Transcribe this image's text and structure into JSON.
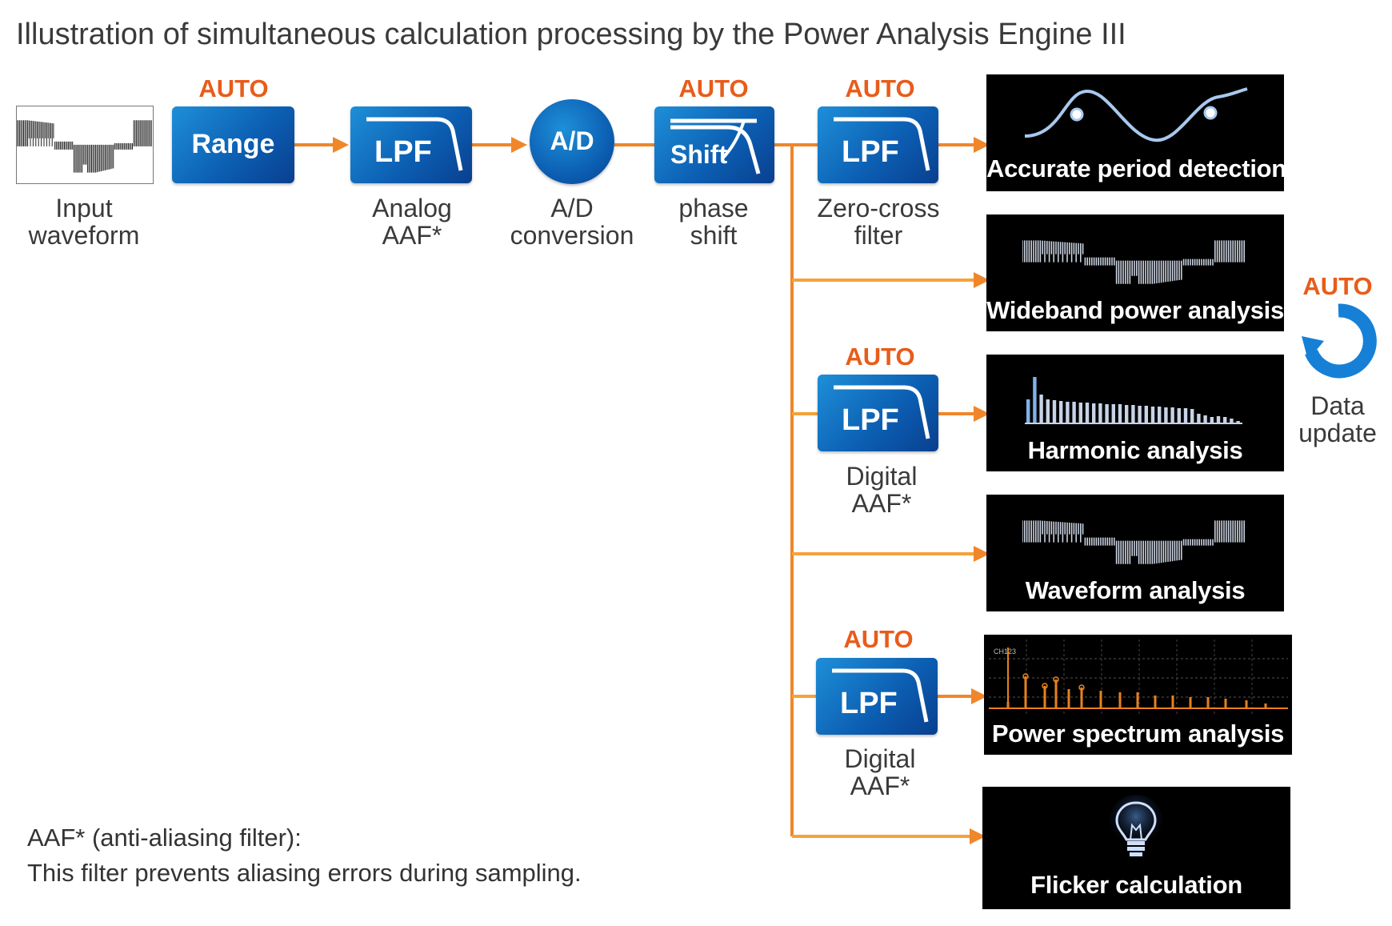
{
  "title": "Illustration of simultaneous calculation processing by the Power Analysis Engine III",
  "auto_label": "AUTO",
  "stages": {
    "input": {
      "caption": [
        "Input",
        "waveform"
      ]
    },
    "range": {
      "label": "Range"
    },
    "analog_lpf": {
      "label": "LPF",
      "caption": [
        "Analog",
        "AAF*"
      ]
    },
    "ad": {
      "label": "A/D",
      "caption": [
        "A/D",
        "conversion"
      ]
    },
    "shift": {
      "label": "Shift",
      "caption": [
        "phase",
        "shift"
      ]
    },
    "zero_cross_lpf": {
      "label": "LPF",
      "caption": [
        "Zero-cross",
        "filter"
      ]
    },
    "digital_lpf_1": {
      "label": "LPF",
      "caption": [
        "Digital",
        "AAF*"
      ]
    },
    "digital_lpf_2": {
      "label": "LPF",
      "caption": [
        "Digital",
        "AAF*"
      ]
    }
  },
  "outputs": [
    {
      "label": "Accurate period detection",
      "icon": "sine-wave-icon"
    },
    {
      "label": "Wideband power analysis",
      "icon": "pwm-waveform-icon"
    },
    {
      "label": "Harmonic analysis",
      "icon": "harmonic-bars-icon"
    },
    {
      "label": "Waveform analysis",
      "icon": "pwm-waveform-icon"
    },
    {
      "label": "Power spectrum analysis",
      "icon": "spectrum-plot-icon",
      "plot_tag": "CH123"
    },
    {
      "label": "Flicker calculation",
      "icon": "light-bulb-icon"
    }
  ],
  "data_update": {
    "caption": [
      "Data",
      "update"
    ],
    "icon": "refresh-cycle-icon"
  },
  "note": {
    "line1": "AAF* (anti-aliasing filter):",
    "line2": "This filter prevents aliasing errors during sampling."
  },
  "colors": {
    "auto": "#e85c1a",
    "arrow": "#f0862a",
    "arrow_light": "#f5b040",
    "block_blue": "#0b5cb0",
    "panel": "#000000",
    "spectrum": "#e8821e"
  }
}
